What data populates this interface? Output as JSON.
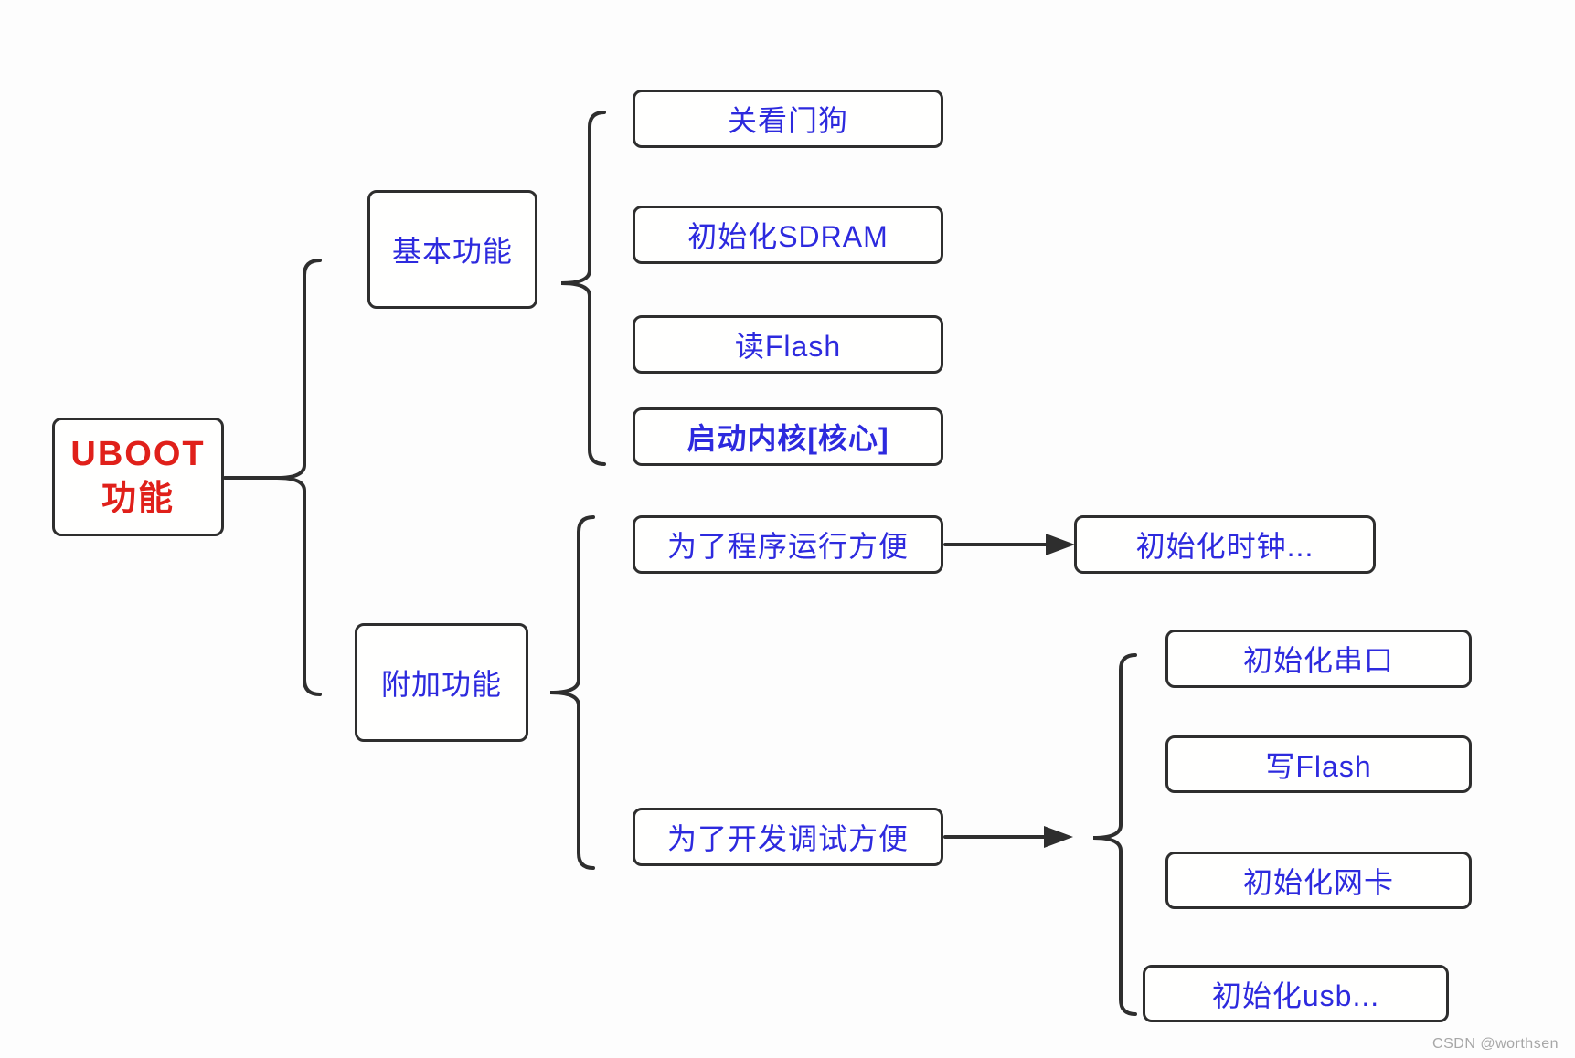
{
  "tree": {
    "root": {
      "line1": "UBOOT",
      "line2": "功能"
    },
    "basic": {
      "label": "基本功能",
      "items": [
        "关看门狗",
        "初始化SDRAM",
        "读Flash",
        "启动内核[核心]"
      ]
    },
    "additional": {
      "label": "附加功能",
      "program_run": {
        "label": "为了程序运行方便",
        "target": "初始化时钟..."
      },
      "dev_debug": {
        "label": "为了开发调试方便",
        "targets": [
          "初始化串口",
          "写Flash",
          "初始化网卡",
          "初始化usb..."
        ]
      }
    }
  },
  "watermark": "CSDN @worthsen",
  "colors": {
    "root_text": "#e0201a",
    "node_text": "#2d2ade",
    "line": "#2e2e2e",
    "background": "#fdfdfd"
  }
}
